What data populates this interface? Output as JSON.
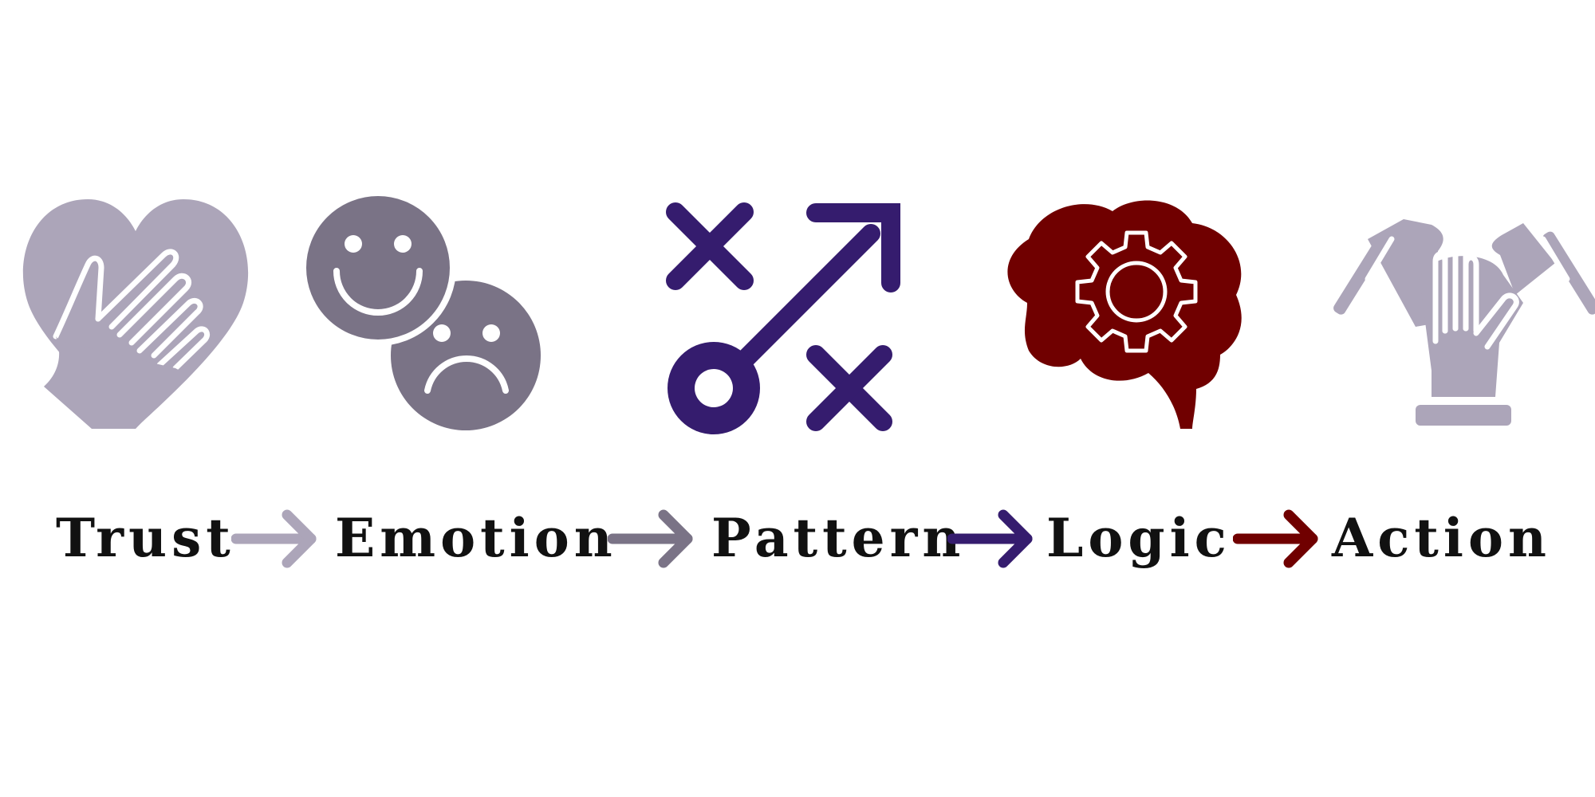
{
  "steps": [
    {
      "label": "Trust",
      "icon": "heart-hand-icon",
      "color": "#aca5b9"
    },
    {
      "label": "Emotion",
      "icon": "happy-sad-faces-icon",
      "color": "#7a7386"
    },
    {
      "label": "Pattern",
      "icon": "tic-tac-strategy-icon",
      "color": "#351c6e"
    },
    {
      "label": "Logic",
      "icon": "brain-gear-icon",
      "color": "#700000"
    },
    {
      "label": "Action",
      "icon": "hands-together-icon",
      "color": "#aca5b9"
    }
  ],
  "arrows": [
    {
      "icon": "arrow-right-icon",
      "color": "#aca5b9"
    },
    {
      "icon": "arrow-right-icon",
      "color": "#7a7386"
    },
    {
      "icon": "arrow-right-icon",
      "color": "#351c6e"
    },
    {
      "icon": "arrow-right-icon",
      "color": "#700000"
    }
  ]
}
